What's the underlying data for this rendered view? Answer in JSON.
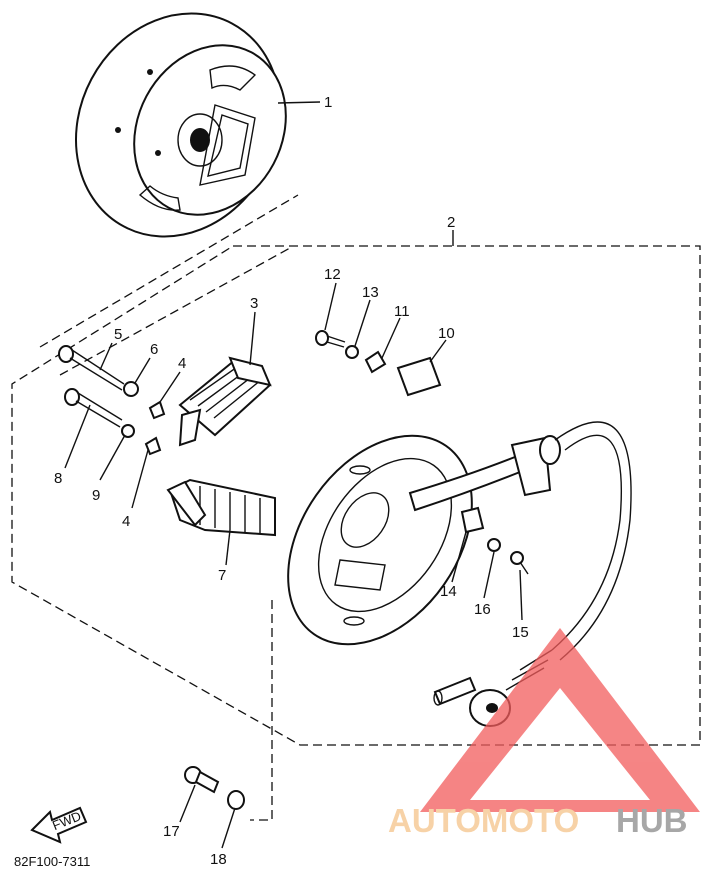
{
  "diagram_code": "82F100-7311",
  "front_marker": "FWD",
  "watermark": {
    "part1": "AUTOMOTO",
    "part2": "HUB",
    "color1": "#F5C48A",
    "color2": "#8A8A8A",
    "triangle_color": "#F25C5C"
  },
  "callouts": [
    "1",
    "2",
    "3",
    "4",
    "4",
    "5",
    "6",
    "7",
    "8",
    "9",
    "10",
    "11",
    "12",
    "13",
    "14",
    "15",
    "16",
    "17",
    "18"
  ]
}
